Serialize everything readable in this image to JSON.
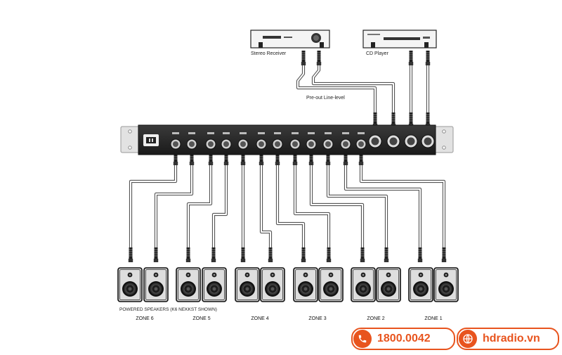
{
  "devices": {
    "receiver_label": "Stereo Receiver",
    "cd_label": "CD Player",
    "preout_label": "Pre-out Line-level"
  },
  "speakers_caption": "POWERED SPEAKERS (K6 NEKKST SHOWN)",
  "zones": [
    "ZONE 6",
    "ZONE 5",
    "ZONE 4",
    "ZONE 3",
    "ZONE 2",
    "ZONE 1"
  ],
  "contact": {
    "phone": "1800.0042",
    "website": "hdradio.vn",
    "accent_color": "#e8541e",
    "phone_icon": "phone-icon",
    "web_icon": "globe-icon"
  }
}
